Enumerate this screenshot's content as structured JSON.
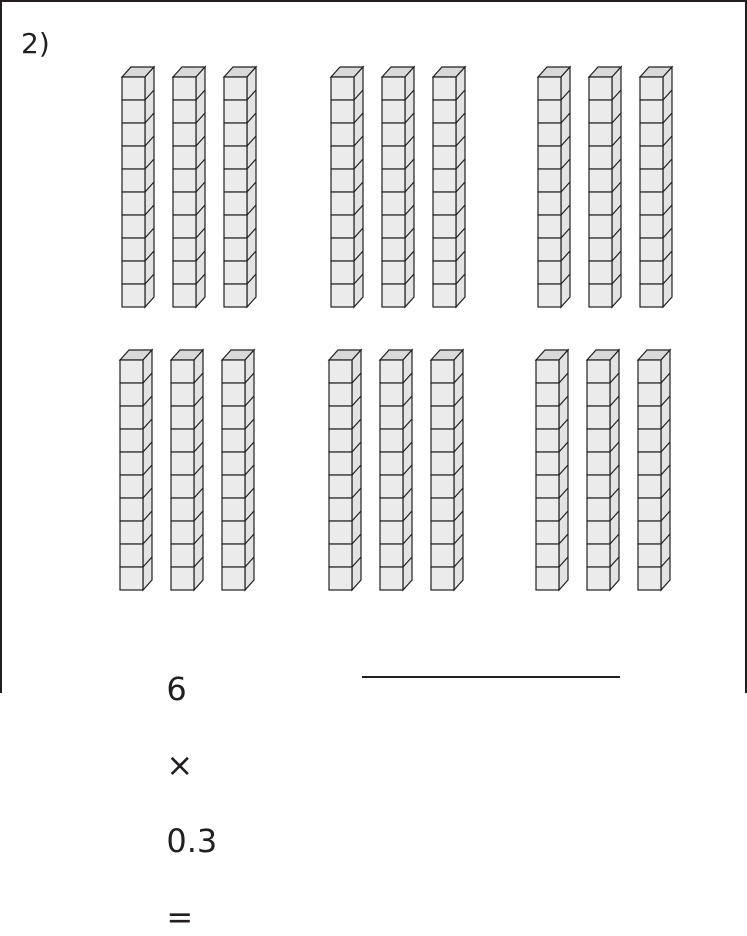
{
  "problem": {
    "number_label": "2)",
    "equation": {
      "factor_a": "6",
      "operator": "×",
      "factor_b": "0.3",
      "equals": "="
    }
  },
  "blocks": {
    "description": "tenths rods",
    "groups": 6,
    "rods_per_group": 3,
    "cubes_per_rod": 10,
    "fill_color": "#ebebeb",
    "top_color": "#d9d9d9",
    "side_color": "#e3e3e3",
    "stroke_color": "#231f20"
  }
}
